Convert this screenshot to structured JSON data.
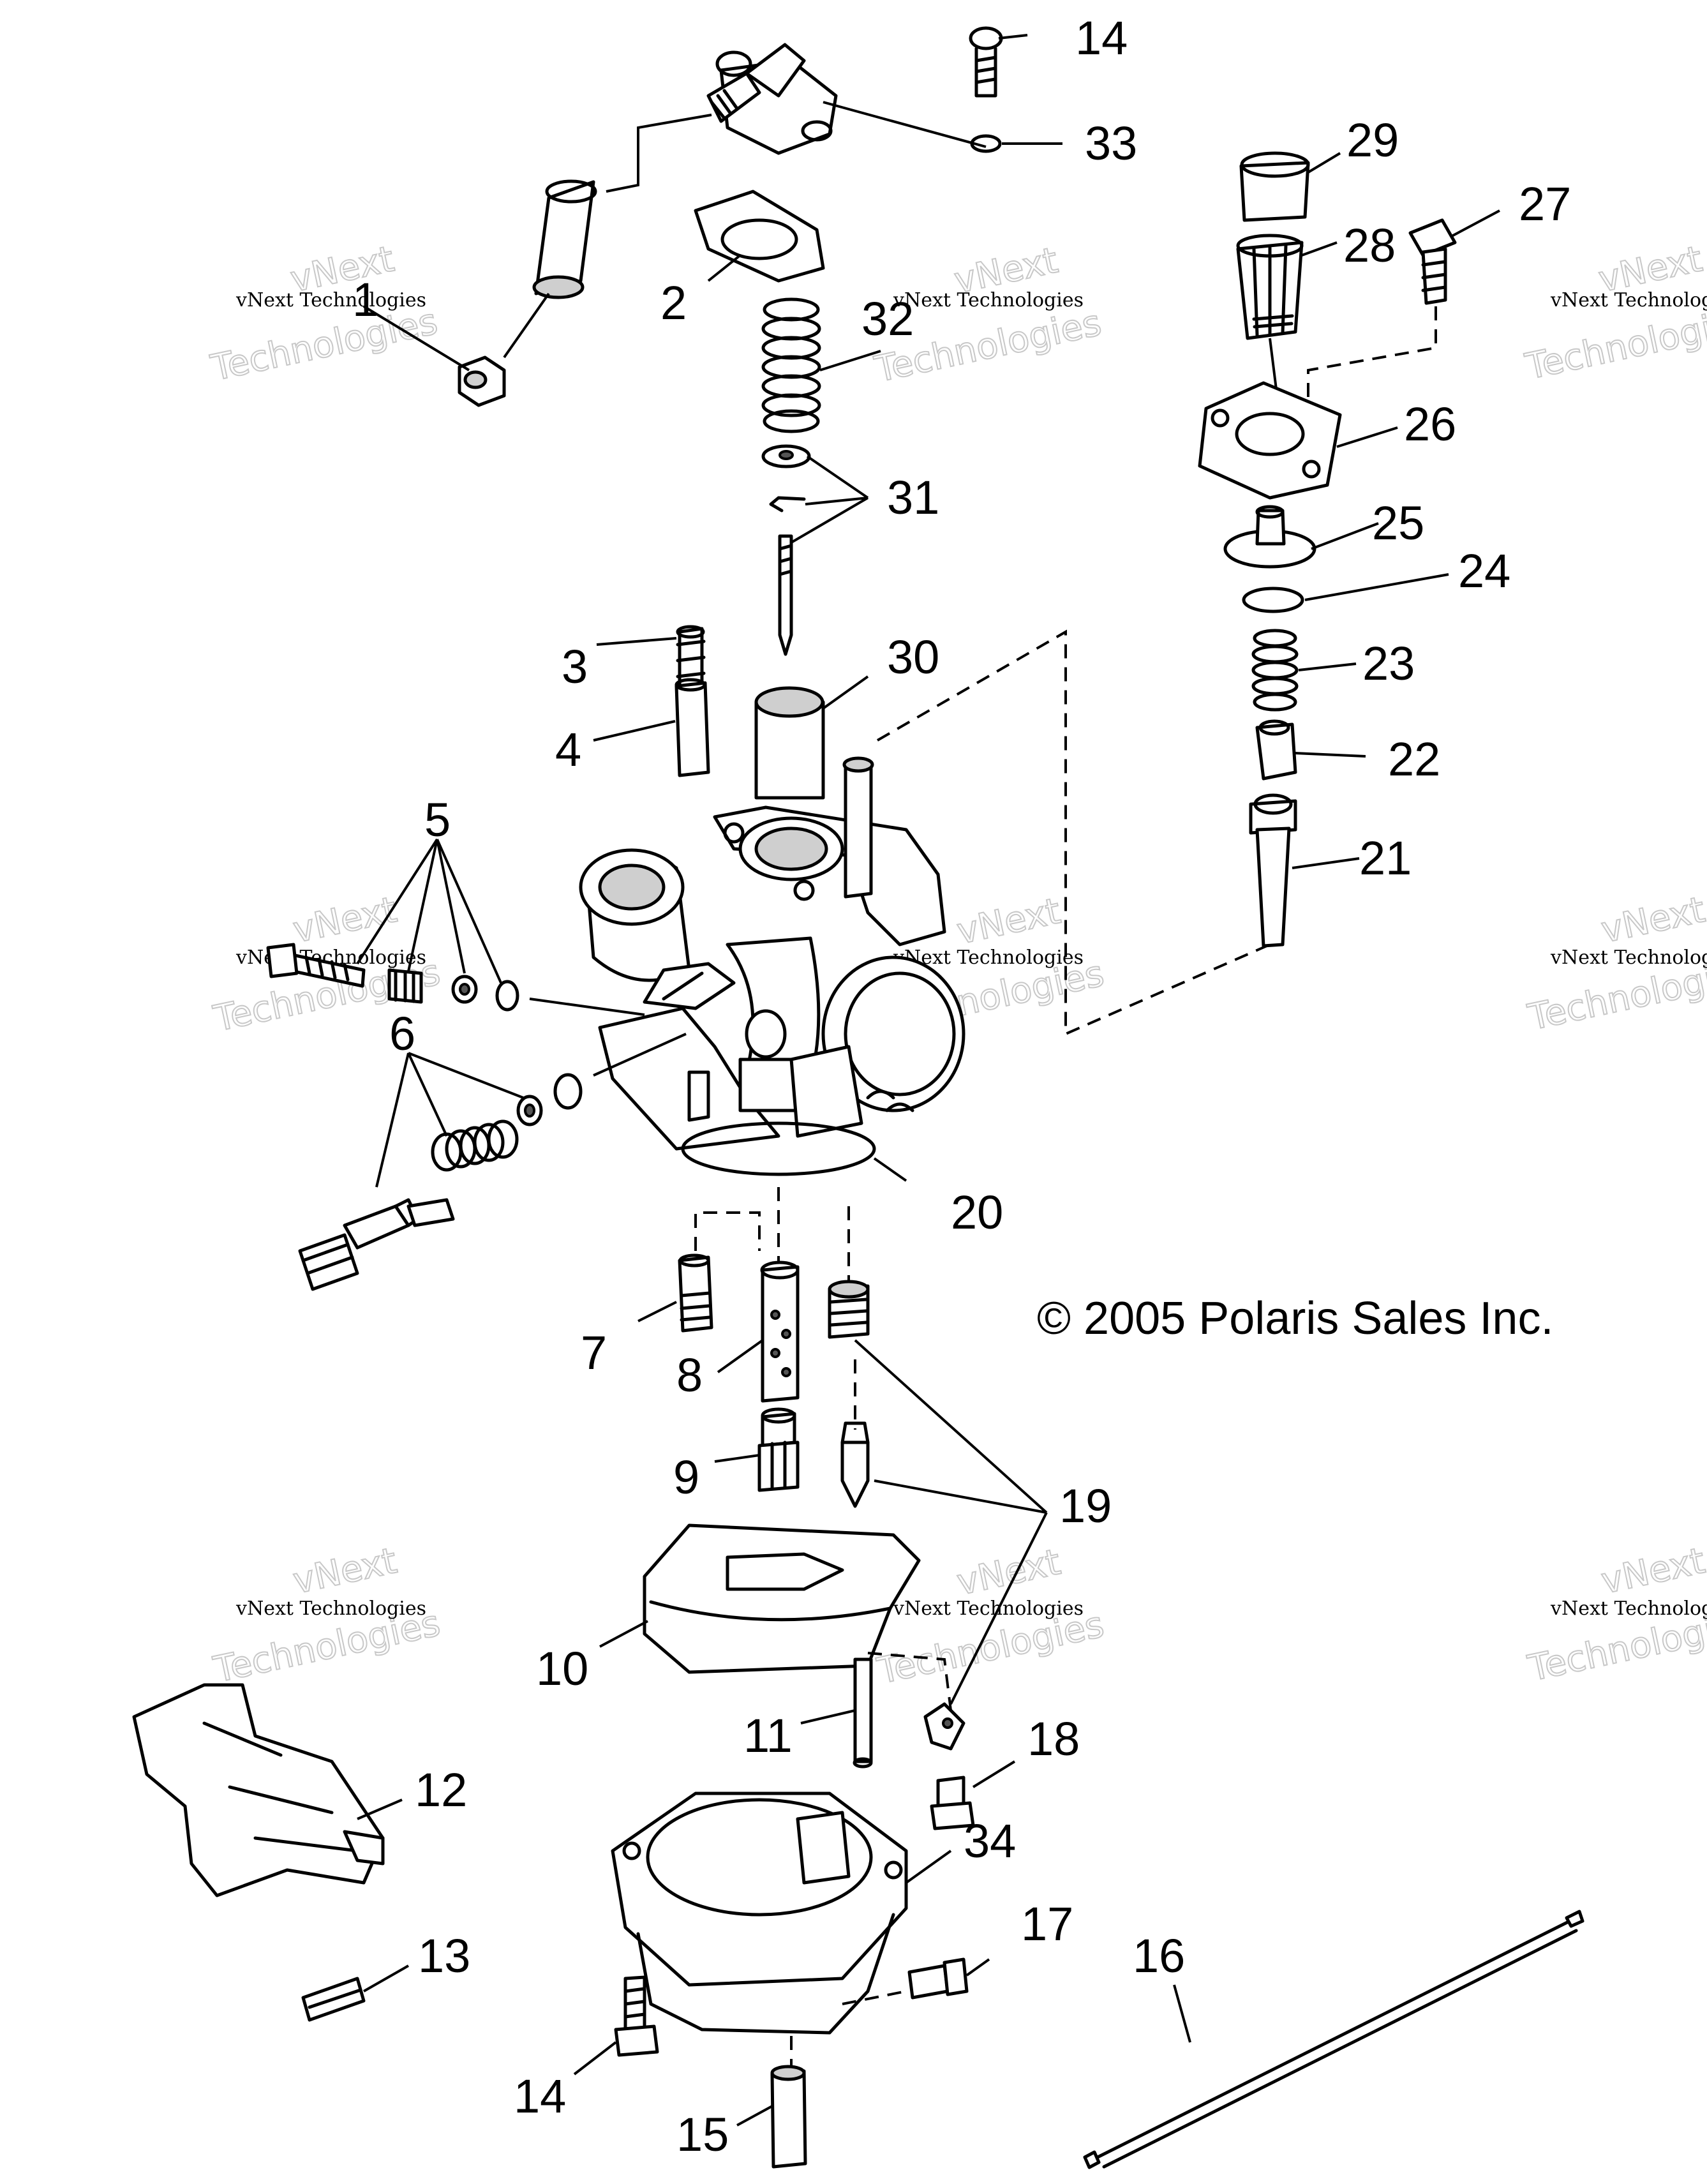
{
  "callouts": [
    "1",
    "2",
    "3",
    "4",
    "5",
    "6",
    "7",
    "8",
    "9",
    "10",
    "11",
    "12",
    "13",
    "14",
    "14",
    "15",
    "16",
    "17",
    "18",
    "19",
    "20",
    "21",
    "22",
    "23",
    "24",
    "25",
    "26",
    "27",
    "28",
    "29",
    "30",
    "31",
    "32",
    "33",
    "34"
  ],
  "copyright": "© 2005 Polaris Sales Inc.",
  "watermark": {
    "line1": "vNext Technologies",
    "line2": "vNext",
    "line3": "Technologies"
  }
}
